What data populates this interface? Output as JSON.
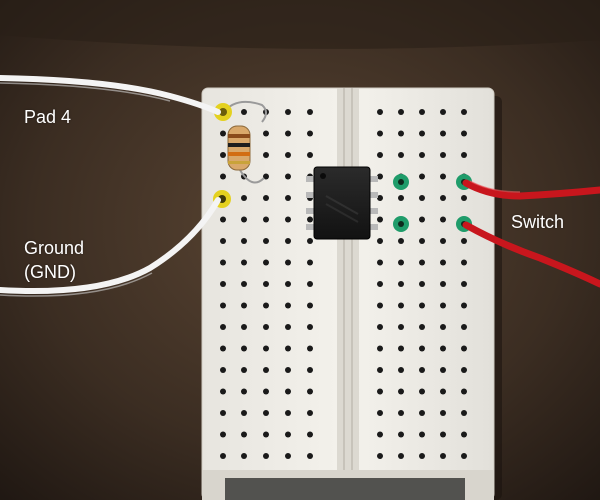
{
  "labels": {
    "pad": "Pad 4",
    "ground_line1": "Ground",
    "ground_line2": "(GND)",
    "switch": "Switch"
  },
  "colors": {
    "background": "#3a2c22",
    "breadboard": "#f2f0ea",
    "hole": "#1a1a1a",
    "wire_white": "#f4f4f4",
    "wire_red": "#c8161d",
    "ic_body": "#1b1b1b",
    "solder_yellow": "#e4d11f",
    "solder_green": "#1f9c6a",
    "label_text": "#ffffff"
  },
  "objects": [
    {
      "name": "breadboard",
      "description": "mini white solderless breadboard"
    },
    {
      "name": "ic-chip",
      "description": "8-pin DIP integrated circuit"
    },
    {
      "name": "resistor",
      "description": "axial resistor with color bands"
    },
    {
      "name": "white-wires",
      "count": 2
    },
    {
      "name": "red-wires",
      "count": 2
    }
  ]
}
